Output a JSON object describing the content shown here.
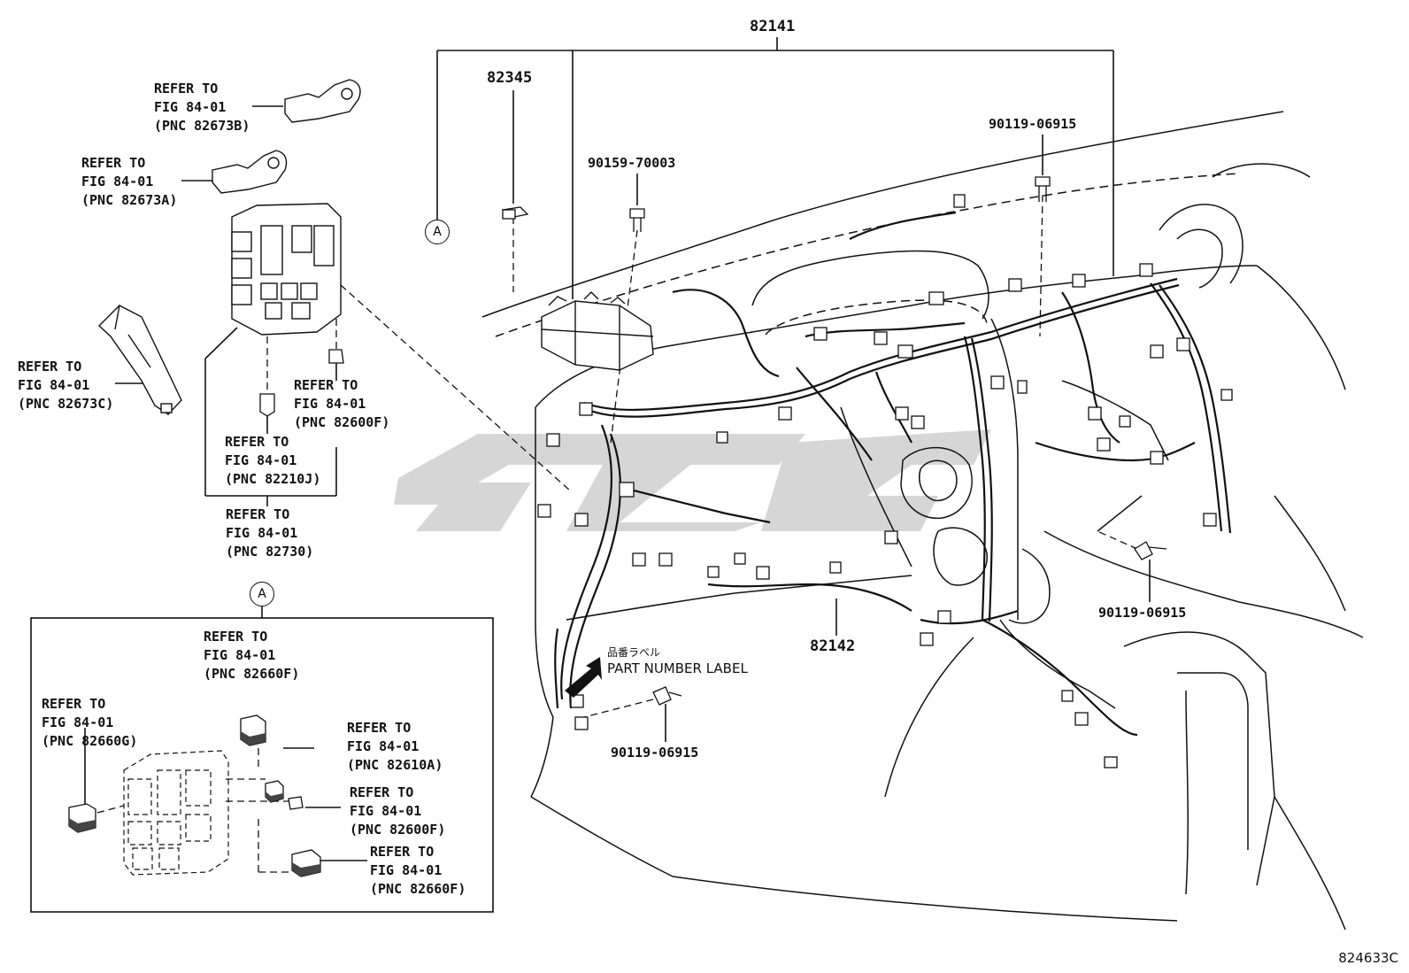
{
  "figure_id": "824633C",
  "watermark": "ZZG",
  "main_part_numbers": {
    "p82141": "82141",
    "p82345": "82345",
    "p82142": "82142",
    "bolt_top_mid": "90159-70003",
    "bolt_top_right": "90119-06915",
    "bolt_right": "90119-06915",
    "bolt_bottom": "90119-06915"
  },
  "part_number_label": {
    "japanese": "品番ラベル",
    "english": "PART NUMBER LABEL"
  },
  "view_marker": "A",
  "refs": {
    "r82673B": "REFER TO\nFIG 84-01\n(PNC 82673B)",
    "r82673A": "REFER TO\nFIG 84-01\n(PNC 82673A)",
    "r82673C": "REFER TO\nFIG 84-01\n(PNC 82673C)",
    "r82600F_top": "REFER TO\nFIG 84-01\n(PNC 82600F)",
    "r82210J": "REFER TO\nFIG 84-01\n(PNC 82210J)",
    "r82730": "REFER TO\nFIG 84-01\n(PNC 82730)",
    "r82660F_a": "REFER TO\nFIG 84-01\n(PNC 82660F)",
    "r82660G": "REFER TO\nFIG 84-01\n(PNC 82660G)",
    "r82610A": "REFER TO\nFIG 84-01\n(PNC 82610A)",
    "r82600F_b": "REFER TO\nFIG 84-01\n(PNC 82600F)",
    "r82660F_b": "REFER TO\nFIG 84-01\n(PNC 82660F)"
  }
}
